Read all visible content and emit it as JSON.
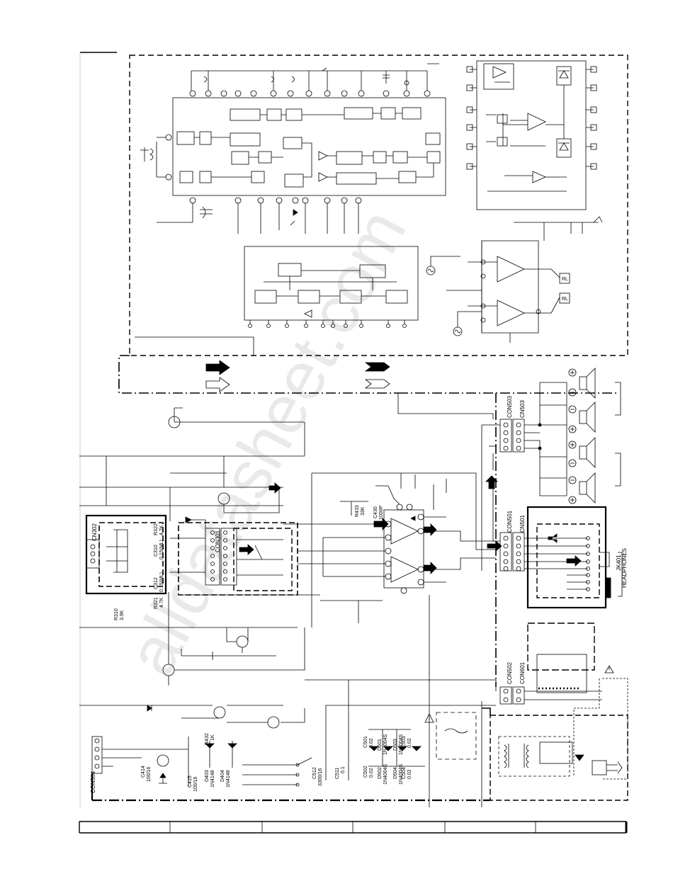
{
  "watermark": "alldatasheet.com",
  "connectors": {
    "cn302": "CN302",
    "con301": "CON301",
    "con501": "CON501",
    "cn501": "CN501",
    "con502": "CON502",
    "con503": "CON503",
    "cn503": "CN503",
    "con504": "CON504",
    "con601": "CON601"
  },
  "jack": {
    "ref": "JK401",
    "label": "HEADPHONES"
  },
  "relays": [
    "RL",
    "RL"
  ],
  "components": [
    {
      "ref": "R322",
      "value": "4.7K"
    },
    {
      "ref": "C310",
      "value": "0.15(ML)"
    },
    {
      "ref": "C312",
      "value": "0.15(ML)"
    },
    {
      "ref": "R321",
      "value": "4.7K"
    },
    {
      "ref": "R310",
      "value": "3.9K"
    },
    {
      "ref": "R433",
      "value": "33K"
    },
    {
      "ref": "C430",
      "value": "1000P"
    },
    {
      "ref": "R432",
      "value": "1K"
    },
    {
      "ref": "D403",
      "value": "1N4148"
    },
    {
      "ref": "D404",
      "value": "1N4148"
    },
    {
      "ref": "C414",
      "value": "100/16"
    },
    {
      "ref": "C415",
      "value": "100/16"
    },
    {
      "ref": "C512",
      "value": "3300/16"
    },
    {
      "ref": "C511",
      "value": "0.1"
    },
    {
      "ref": "C501",
      "value": "0.02"
    },
    {
      "ref": "C502",
      "value": "0.02"
    },
    {
      "ref": "C503",
      "value": "0.02"
    },
    {
      "ref": "C504",
      "value": "0.02"
    },
    {
      "ref": "D501",
      "value": "1N4004S"
    },
    {
      "ref": "D502",
      "value": "1N4004S"
    },
    {
      "ref": "D503",
      "value": "1N4004S"
    },
    {
      "ref": "D504",
      "value": "1N4004S"
    }
  ],
  "colors": {
    "ink": "#000000",
    "watermark": "#d8d8d8",
    "background": "#ffffff"
  }
}
